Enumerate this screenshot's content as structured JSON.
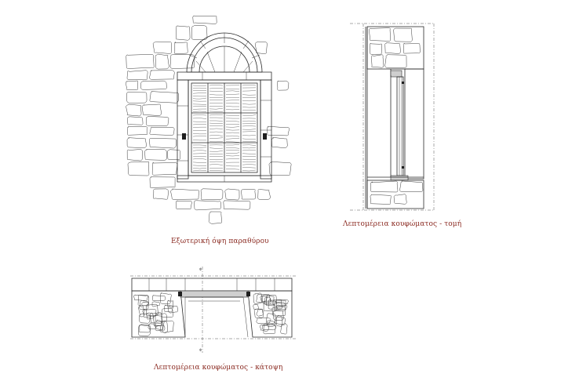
{
  "captions": {
    "elevation": "Εξωτερική όψη παραθύρου",
    "section": "Λεπτομέρεια κουφώματος - τομή",
    "plan": "Λεπτομέρεια κουφώματος - κάτοψη"
  },
  "colors": {
    "caption": "#8b2b22",
    "ink": "#2a2a2a",
    "background": "#ffffff"
  }
}
